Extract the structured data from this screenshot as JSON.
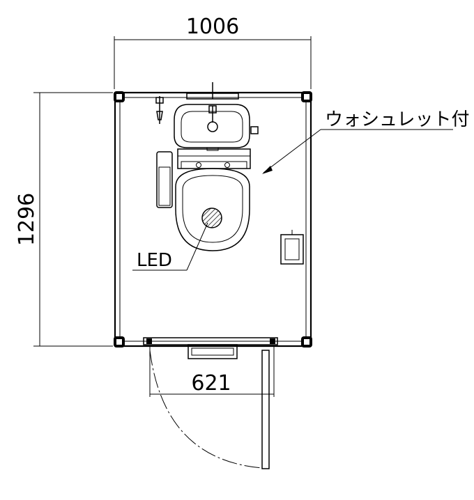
{
  "dimensions": {
    "width": "1006",
    "depth": "1296",
    "door": "621"
  },
  "labels": {
    "washlet": "ウォシュレット付",
    "led": "LED"
  },
  "colors": {
    "line": "#000000",
    "background": "#ffffff",
    "led_fill": "#d9d9d9"
  }
}
